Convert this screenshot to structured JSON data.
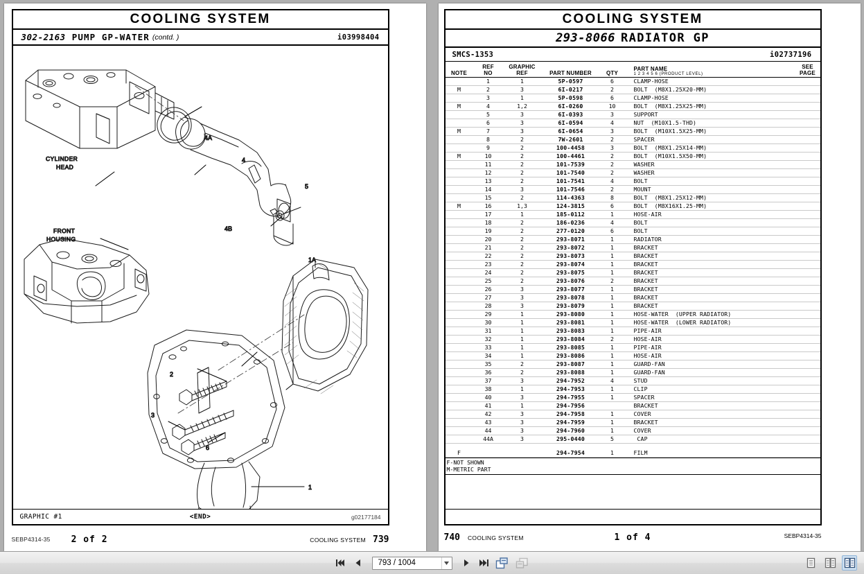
{
  "viewer": {
    "background_color": "#b0b0b0",
    "toolbar": {
      "first_page_label": "first-page",
      "prev_page_label": "previous-page",
      "next_page_label": "next-page",
      "last_page_label": "last-page",
      "page_value": "793 / 1004",
      "page_placeholder": "793 / 1004",
      "fit_page_label": "fit-page",
      "fit_width_label": "fit-width",
      "view_single_label": "single-page-view",
      "view_facing_label": "two-page-view",
      "view_book_label": "book-view",
      "active_view": "book-view"
    }
  },
  "left_page": {
    "title": "COOLING SYSTEM",
    "assembly_number": "302-2163",
    "assembly_name": "PUMP GP-WATER",
    "assembly_suffix": "(contd. )",
    "media_number": "i03998404",
    "graphic_label": "GRAPHIC #1",
    "graphic_end": "<END>",
    "graphic_id": "g02177184",
    "footer_doc": "SEBP4314-35",
    "footer_count": "2 of 2",
    "footer_section": "COOLING SYSTEM",
    "footer_page": "739",
    "diagram": {
      "callouts": [
        "4A",
        "4",
        "5",
        "4B",
        "1A",
        "2",
        "3",
        "6",
        "1"
      ],
      "labels": [
        "CYLINDER HEAD",
        "FRONT HOUSING"
      ],
      "label_cylinder_head_line1": "CYLINDER",
      "label_cylinder_head_line2": "HEAD",
      "label_front_housing_line1": "FRONT",
      "label_front_housing_line2": "HOUSING"
    }
  },
  "right_page": {
    "title": "COOLING SYSTEM",
    "group_number": "293-8066",
    "group_name": "RADIATOR GP",
    "smcs": "SMCS-1353",
    "media_number": "i02737196",
    "columns": {
      "note": "NOTE",
      "ref_no_l1": "REF",
      "ref_no_l2": "NO",
      "graphic_ref_l1": "GRAPHIC",
      "graphic_ref_l2": "REF",
      "part_number": "PART NUMBER",
      "qty": "QTY",
      "part_name": "PART NAME",
      "product_level": "1  2  3  4  5  6   (PRODUCT LEVEL)",
      "see_page_l1": "SEE",
      "see_page_l2": "PAGE"
    },
    "rows": [
      {
        "note": "",
        "ref": "1",
        "gref": "1",
        "pn": "5P-0597",
        "qty": "6",
        "name": "CLAMP-HOSE"
      },
      {
        "note": "M",
        "ref": "2",
        "gref": "3",
        "pn": "6I-0217",
        "qty": "2",
        "name": "BOLT  (M8X1.25X20-MM)"
      },
      {
        "note": "",
        "ref": "3",
        "gref": "1",
        "pn": "5P-0598",
        "qty": "6",
        "name": "CLAMP-HOSE"
      },
      {
        "note": "M",
        "ref": "4",
        "gref": "1,2",
        "pn": "6I-0260",
        "qty": "10",
        "name": "BOLT  (M8X1.25X25-MM)"
      },
      {
        "note": "",
        "ref": "5",
        "gref": "3",
        "pn": "6I-0393",
        "qty": "3",
        "name": "SUPPORT"
      },
      {
        "note": "",
        "ref": "6",
        "gref": "3",
        "pn": "6I-0594",
        "qty": "4",
        "name": "NUT  (M10X1.5-THD)"
      },
      {
        "note": "M",
        "ref": "7",
        "gref": "3",
        "pn": "6I-0654",
        "qty": "3",
        "name": "BOLT  (M10X1.5X25-MM)"
      },
      {
        "note": "",
        "ref": "8",
        "gref": "2",
        "pn": "7W-2601",
        "qty": "2",
        "name": "SPACER"
      },
      {
        "note": "",
        "ref": "9",
        "gref": "2",
        "pn": "100-4458",
        "qty": "3",
        "name": "BOLT  (M8X1.25X14-MM)"
      },
      {
        "note": "M",
        "ref": "10",
        "gref": "2",
        "pn": "100-4461",
        "qty": "2",
        "name": "BOLT  (M10X1.5X50-MM)"
      },
      {
        "note": "",
        "ref": "11",
        "gref": "2",
        "pn": "101-7539",
        "qty": "2",
        "name": "WASHER"
      },
      {
        "note": "",
        "ref": "12",
        "gref": "2",
        "pn": "101-7540",
        "qty": "2",
        "name": "WASHER"
      },
      {
        "note": "",
        "ref": "13",
        "gref": "2",
        "pn": "101-7541",
        "qty": "4",
        "name": "BOLT"
      },
      {
        "note": "",
        "ref": "14",
        "gref": "3",
        "pn": "101-7546",
        "qty": "2",
        "name": "MOUNT"
      },
      {
        "note": "",
        "ref": "15",
        "gref": "2",
        "pn": "114-4363",
        "qty": "8",
        "name": "BOLT  (M8X1.25X12-MM)"
      },
      {
        "note": "M",
        "ref": "16",
        "gref": "1,3",
        "pn": "124-3815",
        "qty": "6",
        "name": "BOLT  (M8X16X1.25-MM)"
      },
      {
        "note": "",
        "ref": "17",
        "gref": "1",
        "pn": "185-0112",
        "qty": "1",
        "name": "HOSE-AIR"
      },
      {
        "note": "",
        "ref": "18",
        "gref": "2",
        "pn": "186-0236",
        "qty": "4",
        "name": "BOLT"
      },
      {
        "note": "",
        "ref": "19",
        "gref": "2",
        "pn": "277-0120",
        "qty": "6",
        "name": "BOLT"
      },
      {
        "note": "",
        "ref": "20",
        "gref": "2",
        "pn": "293-8071",
        "qty": "1",
        "name": "RADIATOR"
      },
      {
        "note": "",
        "ref": "21",
        "gref": "2",
        "pn": "293-8072",
        "qty": "1",
        "name": "BRACKET"
      },
      {
        "note": "",
        "ref": "22",
        "gref": "2",
        "pn": "293-8073",
        "qty": "1",
        "name": "BRACKET"
      },
      {
        "note": "",
        "ref": "23",
        "gref": "2",
        "pn": "293-8074",
        "qty": "1",
        "name": "BRACKET"
      },
      {
        "note": "",
        "ref": "24",
        "gref": "2",
        "pn": "293-8075",
        "qty": "1",
        "name": "BRACKET"
      },
      {
        "note": "",
        "ref": "25",
        "gref": "2",
        "pn": "293-8076",
        "qty": "2",
        "name": "BRACKET"
      },
      {
        "note": "",
        "ref": "26",
        "gref": "3",
        "pn": "293-8077",
        "qty": "1",
        "name": "BRACKET"
      },
      {
        "note": "",
        "ref": "27",
        "gref": "3",
        "pn": "293-8078",
        "qty": "1",
        "name": "BRACKET"
      },
      {
        "note": "",
        "ref": "28",
        "gref": "3",
        "pn": "293-8079",
        "qty": "1",
        "name": "BRACKET"
      },
      {
        "note": "",
        "ref": "29",
        "gref": "1",
        "pn": "293-8080",
        "qty": "1",
        "name": "HOSE-WATER  (UPPER RADIATOR)"
      },
      {
        "note": "",
        "ref": "30",
        "gref": "1",
        "pn": "293-8081",
        "qty": "1",
        "name": "HOSE-WATER  (LOWER RADIATOR)"
      },
      {
        "note": "",
        "ref": "31",
        "gref": "1",
        "pn": "293-8083",
        "qty": "1",
        "name": "PIPE-AIR"
      },
      {
        "note": "",
        "ref": "32",
        "gref": "1",
        "pn": "293-8084",
        "qty": "2",
        "name": "HOSE-AIR"
      },
      {
        "note": "",
        "ref": "33",
        "gref": "1",
        "pn": "293-8085",
        "qty": "1",
        "name": "PIPE-AIR"
      },
      {
        "note": "",
        "ref": "34",
        "gref": "1",
        "pn": "293-8086",
        "qty": "1",
        "name": "HOSE-AIR"
      },
      {
        "note": "",
        "ref": "35",
        "gref": "2",
        "pn": "293-8087",
        "qty": "1",
        "name": "GUARD-FAN"
      },
      {
        "note": "",
        "ref": "36",
        "gref": "2",
        "pn": "293-8088",
        "qty": "1",
        "name": "GUARD-FAN"
      },
      {
        "note": "",
        "ref": "37",
        "gref": "3",
        "pn": "294-7952",
        "qty": "4",
        "name": "STUD"
      },
      {
        "note": "",
        "ref": "38",
        "gref": "1",
        "pn": "294-7953",
        "qty": "1",
        "name": "CLIP"
      },
      {
        "note": "",
        "ref": "40",
        "gref": "3",
        "pn": "294-7955",
        "qty": "1",
        "name": "SPACER"
      },
      {
        "note": "",
        "ref": "41",
        "gref": "1",
        "pn": "294-7956",
        "qty": "",
        "name": "BRACKET"
      },
      {
        "note": "",
        "ref": "42",
        "gref": "3",
        "pn": "294-7958",
        "qty": "1",
        "name": "COVER"
      },
      {
        "note": "",
        "ref": "43",
        "gref": "3",
        "pn": "294-7959",
        "qty": "1",
        "name": "BRACKET"
      },
      {
        "note": "",
        "ref": "44",
        "gref": "3",
        "pn": "294-7960",
        "qty": "1",
        "name": "COVER"
      },
      {
        "note": "",
        "ref": "44A",
        "gref": "3",
        "pn": "295-0440",
        "qty": "5",
        "name": " CAP"
      }
    ],
    "extra_rows": [
      {
        "note": "F",
        "ref": "",
        "gref": "",
        "pn": "294-7954",
        "qty": "1",
        "name": "FILM"
      }
    ],
    "legend_line1": "F-NOT SHOWN",
    "legend_line2": "M-METRIC PART",
    "footer_page": "740",
    "footer_section": "COOLING SYSTEM",
    "footer_count": "1 of 4",
    "footer_doc": "SEBP4314-35"
  }
}
